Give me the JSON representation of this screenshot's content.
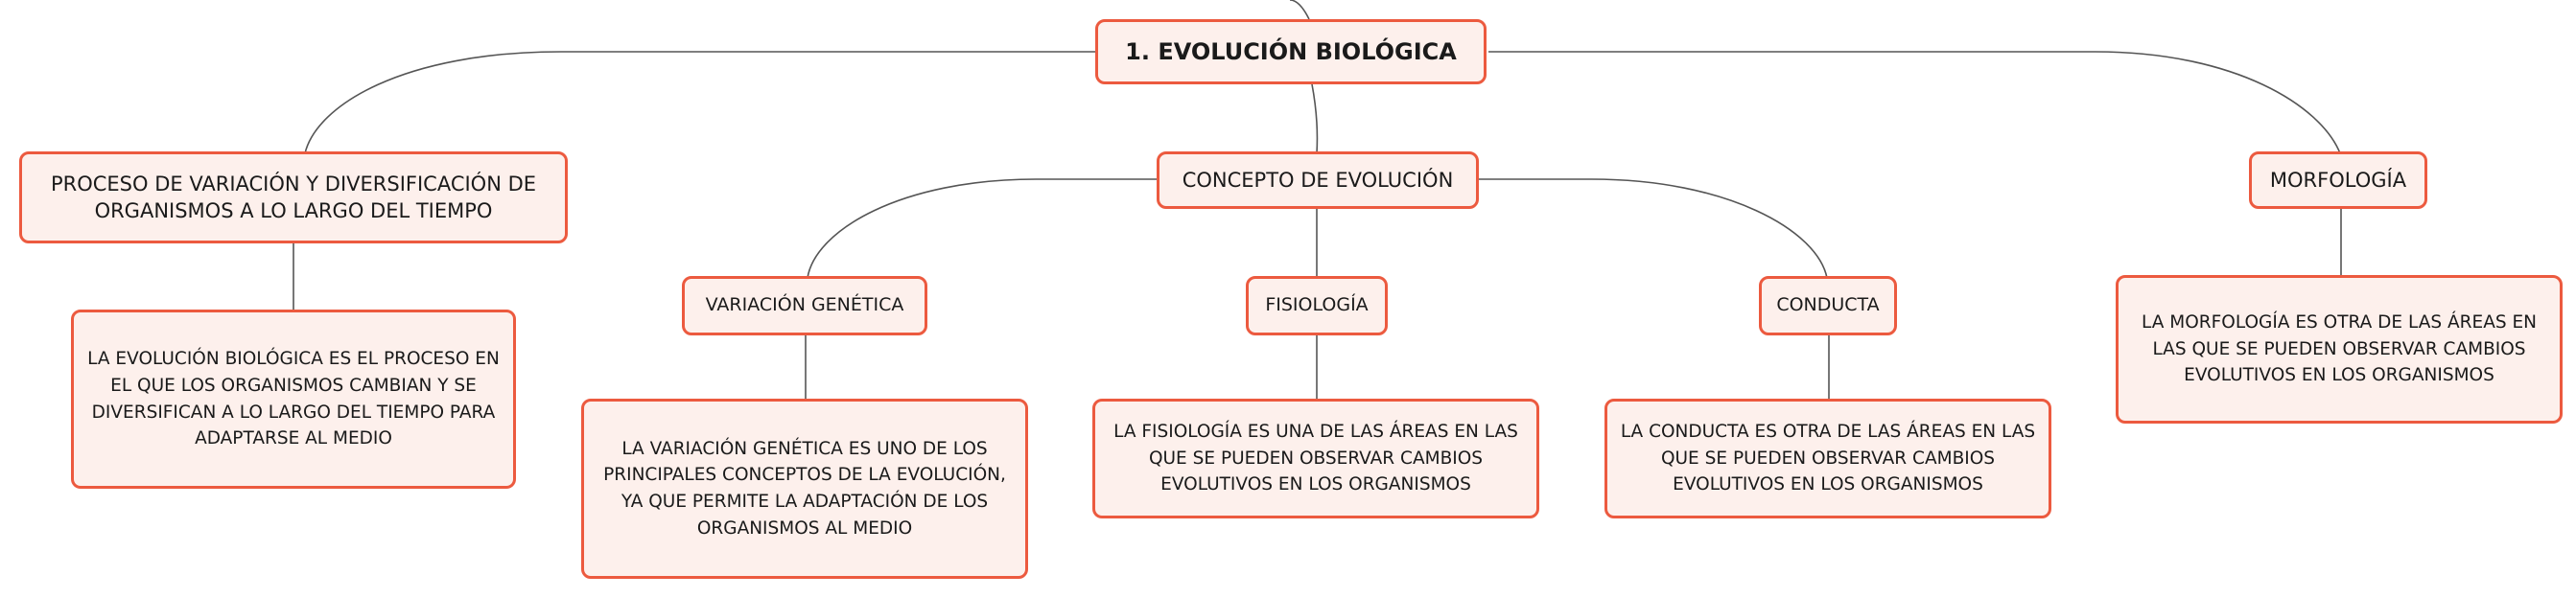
{
  "colors": {
    "node_border": "#ec5a3f",
    "node_fill": "#fdf0ec",
    "connector": "#555555",
    "text": "#1a1a1a"
  },
  "diagram": {
    "root": "1. EVOLUCIÓN BIOLÓGICA",
    "proceso": {
      "label": "PROCESO DE VARIACIÓN Y DIVERSIFICACIÓN DE ORGANISMOS A LO LARGO DEL TIEMPO",
      "detail": "LA EVOLUCIÓN BIOLÓGICA ES EL PROCESO EN EL QUE LOS ORGANISMOS CAMBIAN Y SE DIVERSIFICAN A LO LARGO DEL TIEMPO PARA ADAPTARSE AL MEDIO"
    },
    "concepto": {
      "label": "CONCEPTO DE EVOLUCIÓN",
      "variacion": {
        "label": "VARIACIÓN GENÉTICA",
        "detail": "LA VARIACIÓN GENÉTICA ES UNO DE LOS PRINCIPALES CONCEPTOS DE LA EVOLUCIÓN, YA QUE PERMITE LA ADAPTACIÓN DE LOS ORGANISMOS AL MEDIO"
      },
      "fisiologia": {
        "label": "FISIOLOGÍA",
        "detail": "LA FISIOLOGÍA ES UNA DE LAS ÁREAS EN LAS QUE SE PUEDEN OBSERVAR CAMBIOS EVOLUTIVOS EN LOS ORGANISMOS"
      },
      "conducta": {
        "label": "CONDUCTA",
        "detail": "LA CONDUCTA ES OTRA DE LAS ÁREAS EN LAS QUE SE PUEDEN OBSERVAR CAMBIOS EVOLUTIVOS EN LOS ORGANISMOS"
      }
    },
    "morfologia": {
      "label": "MORFOLOGÍA",
      "detail": "LA MORFOLOGÍA ES OTRA DE LAS ÁREAS EN LAS QUE SE PUEDEN OBSERVAR CAMBIOS EVOLUTIVOS EN LOS ORGANISMOS"
    }
  }
}
